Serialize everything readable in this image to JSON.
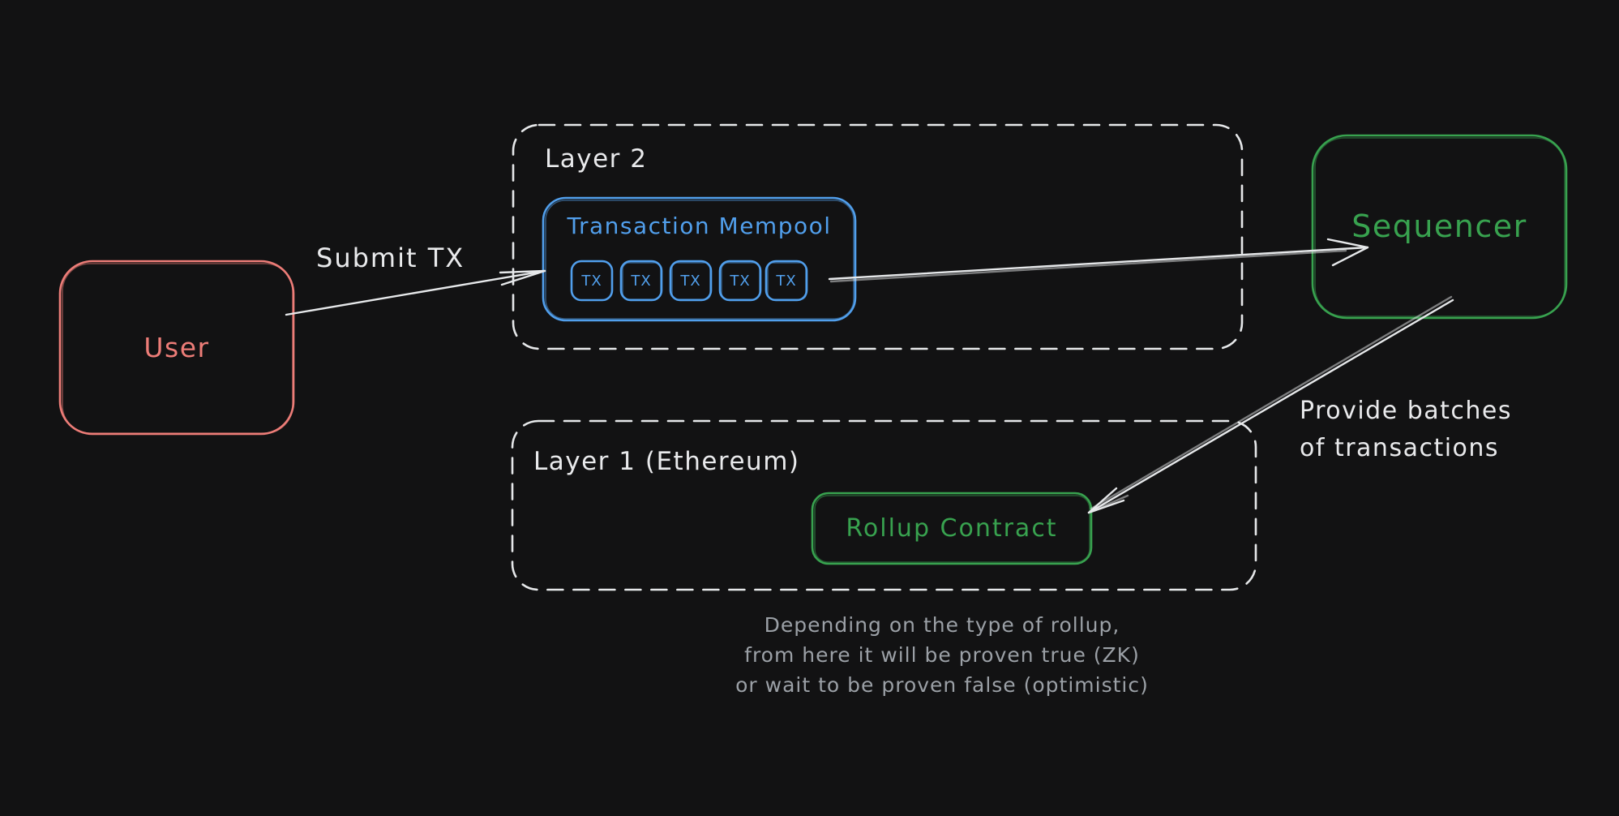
{
  "colors": {
    "background": "#121213",
    "red": "#ed7d78",
    "blue": "#519fec",
    "green": "#38a24f",
    "stroke-white": "#e6e8ea",
    "text-white": "#e9eaec",
    "note-gray": "#9ba0a6"
  },
  "containers": {
    "layer2": {
      "label": "Layer 2"
    },
    "layer1": {
      "label": "Layer 1 (Ethereum)"
    }
  },
  "nodes": {
    "user": {
      "label": "User"
    },
    "sequencer": {
      "label": "Sequencer"
    },
    "rollup_contract": {
      "label": "Rollup Contract"
    },
    "mempool": {
      "label": "Transaction Mempool",
      "tx": [
        "TX",
        "TX",
        "TX",
        "TX",
        "TX"
      ]
    }
  },
  "edges": {
    "submit_tx": {
      "label": "Submit TX"
    },
    "provide_batches": {
      "line1": "Provide batches",
      "line2": "of transactions"
    }
  },
  "note": {
    "line1": "Depending on the type of rollup,",
    "line2": "from here it will be proven true (ZK)",
    "line3": "or wait to be proven false (optimistic)"
  }
}
